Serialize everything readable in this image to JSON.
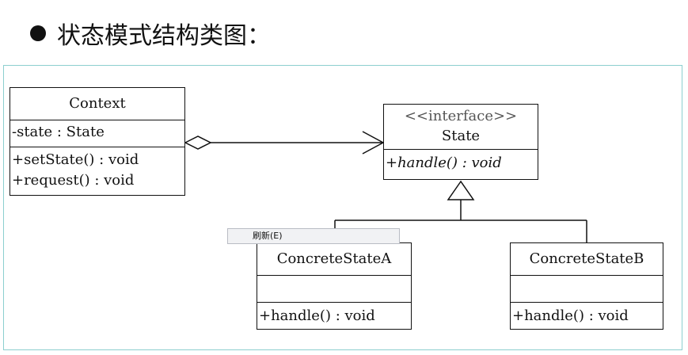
{
  "heading": {
    "text": "状态模式结构类图："
  },
  "classes": {
    "context": {
      "name": "Context",
      "attributes": [
        "-state : State"
      ],
      "methods": [
        "+setState() : void",
        "+request() : void"
      ]
    },
    "state": {
      "stereotype": "<<interface>>",
      "name": "State",
      "methods": [
        "+handle() : void"
      ]
    },
    "concrete_a": {
      "name": "ConcreteStateA",
      "methods": [
        "+handle() : void"
      ]
    },
    "concrete_b": {
      "name": "ConcreteStateB",
      "methods": [
        "+handle() : void"
      ]
    }
  },
  "context_menu": {
    "item": "刷新(E)"
  }
}
